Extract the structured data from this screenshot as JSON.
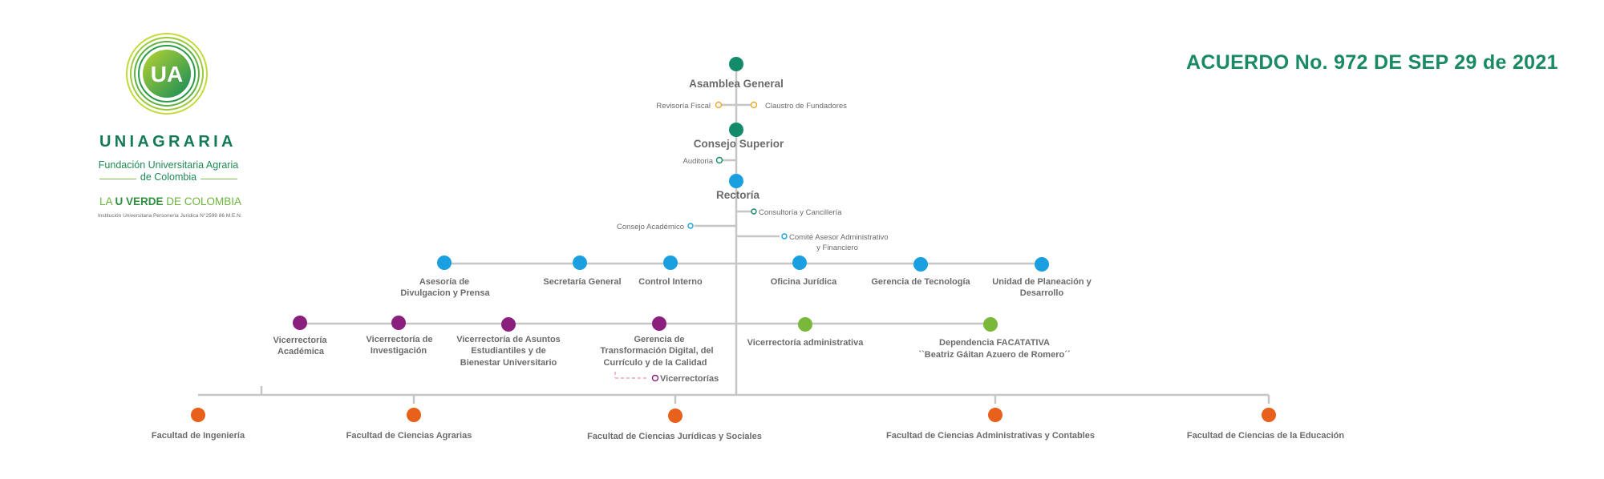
{
  "header": {
    "agreement": "ACUERDO No. 972 DE  SEP 29 de 2021"
  },
  "logo": {
    "mark": "UA",
    "name": "UNIAGRARIA",
    "subtitle_1": "Fundación Universitaria Agraria",
    "subtitle_2": "de Colombia",
    "tagline_prefix": "LA ",
    "tagline_bold": "U VERDE",
    "tagline_suffix": " DE COLOMBIA",
    "fine_print": "Institución Universitaria Personería Jurídica N°2599 86 M.E.N."
  },
  "colors": {
    "governance": "#138a6a",
    "rectoria": "#1aa0e0",
    "gold": "#e8a92e",
    "purple": "#8b1f7e",
    "green": "#7ab83a",
    "orange": "#e8611a",
    "line": "#c6c6c6",
    "text": "#6b6b6b"
  },
  "org": {
    "asamblea": "Asamblea General",
    "revisoria": "Revisoría Fiscal",
    "claustro": "Claustro de Fundadores",
    "consejo_superior": "Consejo Superior",
    "auditoria": "Auditoria",
    "rectoria": "Rectoría",
    "consultoria": "Consultoría y Cancillería",
    "consejo_academico": "Consejo Académico",
    "comite_1": "Comité Asesor Administrativo",
    "comite_2": "y Financiero",
    "asesoria_1": "Asesoría de",
    "asesoria_2": "Divulgacion y Prensa",
    "secretaria": "Secretaría General",
    "control": "Control Interno",
    "oficina": "Oficina Jurídica",
    "gerencia_tec": "Gerencia de Tecnología",
    "planeacion_1": "Unidad de Planeación y",
    "planeacion_2": "Desarrollo",
    "vice_academica_1": "Vicerrectoría",
    "vice_academica_2": "Académica",
    "vice_investigacion_1": "Vicerrectoría de",
    "vice_investigacion_2": "Investigación",
    "vice_asuntos_1": "Vicerrectoría de Asuntos",
    "vice_asuntos_2": "Estudiantiles y de",
    "vice_asuntos_3": "Bienestar Universitario",
    "gerencia_transf_1": "Gerencia de",
    "gerencia_transf_2": "Transformación Digital, del",
    "gerencia_transf_3": "Currículo y de la Calidad",
    "vicerrectorias": "Vicerrectorías",
    "vice_admin": "Vicerrectoría administrativa",
    "facatativa_1": "Dependencia FACATATIVA",
    "facatativa_2": "``Beatriz Gáitan Azuero de Romero´´",
    "fac_ingenieria": "Facultad de Ingeniería",
    "fac_agrarias": "Facultad de Ciencias Agrarias",
    "fac_juridicas": "Facultad de Ciencias Jurídicas y Sociales",
    "fac_administrativas": "Facultad de Ciencias Administrativas y Contables",
    "fac_educacion": "Facultad de Ciencias de la Educación"
  }
}
